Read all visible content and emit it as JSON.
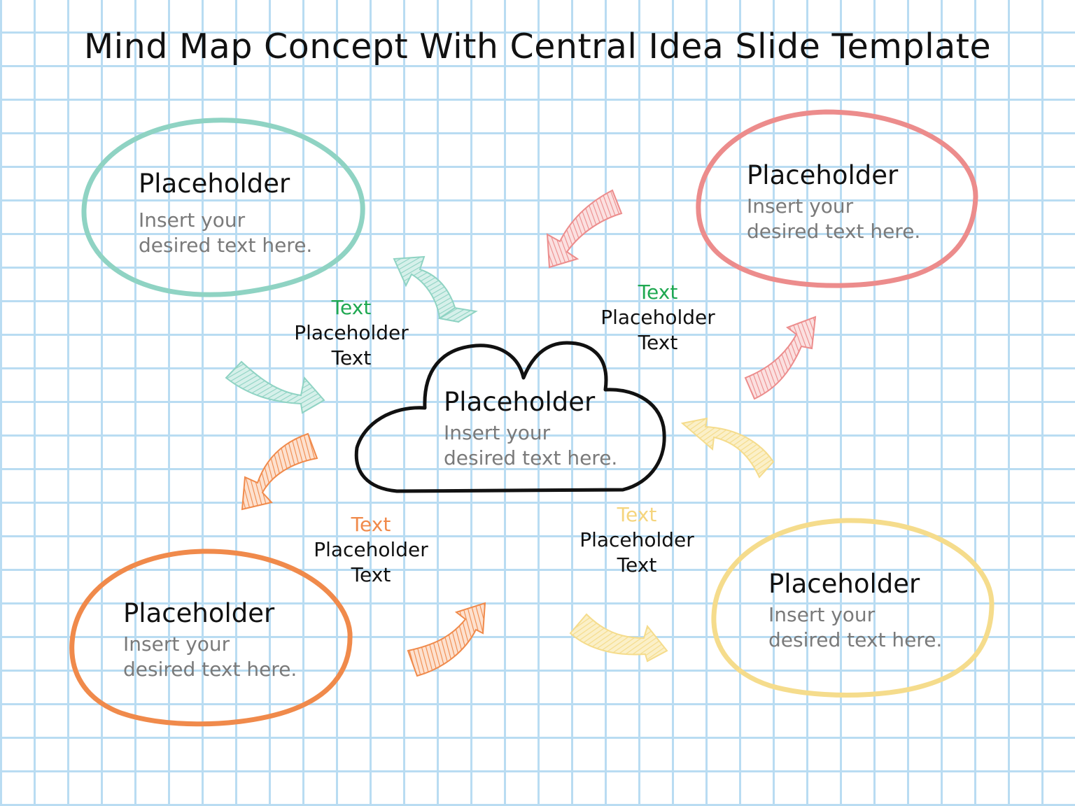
{
  "title": "Mind Map Concept With Central Idea Slide Template",
  "colors": {
    "grid": "#b9dcf2",
    "teal": "#8fd3c3",
    "coral": "#ec8c8c",
    "orange": "#f08a4b",
    "yellow": "#f5dc8c",
    "green_label": "#1fa851",
    "orange_label": "#f08a4b",
    "yellow_label": "#f5d57e",
    "heading": "#111111",
    "body": "#7a7a7a"
  },
  "central": {
    "heading": "Placeholder",
    "body_line1": "Insert your",
    "body_line2": "desired text here."
  },
  "nodes": [
    {
      "position": "top-left",
      "color": "teal",
      "heading": "Placeholder",
      "body_line1": "Insert your",
      "body_line2": "desired text here."
    },
    {
      "position": "top-right",
      "color": "coral",
      "heading": "Placeholder",
      "body_line1": "Insert your",
      "body_line2": "desired text here."
    },
    {
      "position": "bottom-left",
      "color": "orange",
      "heading": "Placeholder",
      "body_line1": "Insert your",
      "body_line2": "desired text here."
    },
    {
      "position": "bottom-right",
      "color": "yellow",
      "heading": "Placeholder",
      "body_line1": "Insert your",
      "body_line2": "desired text here."
    }
  ],
  "labels": [
    {
      "position": "top-left",
      "accent": "Text",
      "line1": "Placeholder",
      "line2": "Text"
    },
    {
      "position": "top-right",
      "accent": "Text",
      "line1": "Placeholder",
      "line2": "Text"
    },
    {
      "position": "bottom-left",
      "accent": "Text",
      "line1": "Placeholder",
      "line2": "Text"
    },
    {
      "position": "bottom-right",
      "accent": "Text",
      "line1": "Placeholder",
      "line2": "Text"
    }
  ]
}
